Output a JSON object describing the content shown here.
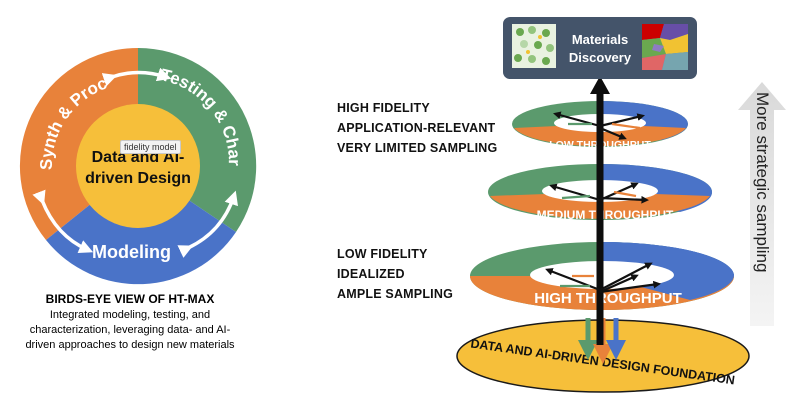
{
  "wheel": {
    "segments": [
      "Synth & Proc",
      "Testing & Char",
      "Modeling"
    ],
    "center_line1": "Data and AI-",
    "center_line2": "driven Design",
    "tooltip": "fidelity model",
    "colors": {
      "orange": "#e8823a",
      "green": "#5b9a6d",
      "blue": "#4a73c8",
      "yellow": "#f6bf3a"
    }
  },
  "caption": {
    "title": "BIRDS-EYE VIEW OF HT-MAX",
    "body": "Integrated modeling, testing, and characterization, leveraging data- and AI-driven approaches to design new materials"
  },
  "fidelity_labels": {
    "high": [
      "HIGH FIDELITY",
      "APPLICATION-RELEVANT",
      "VERY LIMITED SAMPLING"
    ],
    "low": [
      "LOW FIDELITY",
      "IDEALIZED",
      "AMPLE SAMPLING"
    ]
  },
  "discovery": {
    "line1": "Materials",
    "line2": "Discovery",
    "box_color": "#44546a"
  },
  "tiers": [
    "LOW THROUGHPUT",
    "MEDIUM THROUGHPUT",
    "HIGH THROUGHPUT"
  ],
  "foundation": "DATA AND AI-DRIVEN DESIGN FOUNDATION",
  "side_arrow": {
    "label": "More strategic sampling"
  }
}
